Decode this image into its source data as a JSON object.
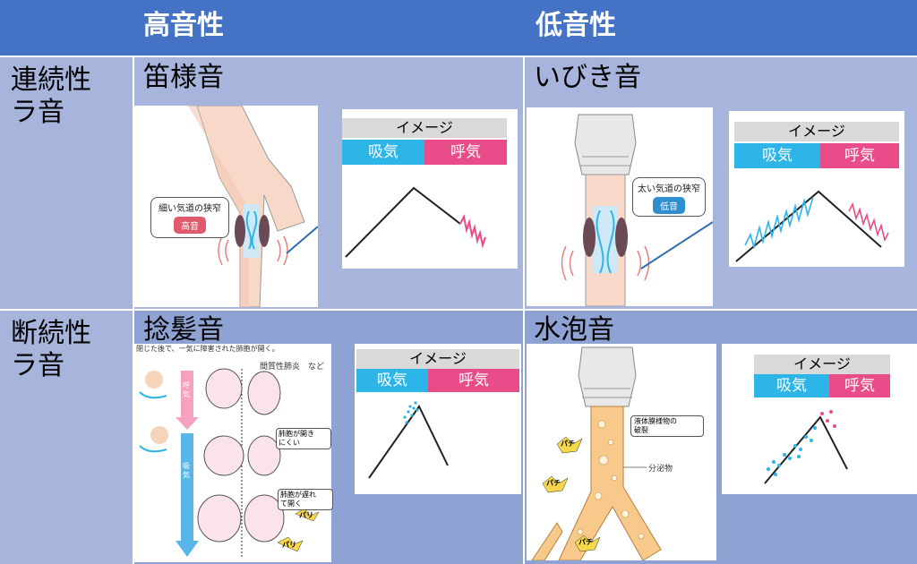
{
  "header": {
    "col1": "高音性",
    "col2": "低音性"
  },
  "rows": [
    {
      "label": "連続性\nラ音"
    },
    {
      "label": "断続性\nラ音"
    }
  ],
  "cells": {
    "wheeze": {
      "title": "笛様音",
      "callout": "細い気道の狭窄",
      "badge": "高音",
      "image_label": "イメージ",
      "inhale": "吸気",
      "exhale": "呼気"
    },
    "rhonchi": {
      "title": "いびき音",
      "callout": "太い気道の狭窄",
      "badge": "低音",
      "image_label": "イメージ",
      "inhale": "吸気",
      "exhale": "呼気"
    },
    "fine_crackle": {
      "title": "捻髪音",
      "top_text": "閉じた後で、一気に障害された肺胞が開く。",
      "disease": "間質性肺炎　など",
      "note1": "肺胞が開き\nにくい",
      "note2": "肺胞が遅れ\nて開く",
      "arrow1": "呼気",
      "arrow2": "吸気",
      "pop": "パリ",
      "image_label": "イメージ",
      "inhale": "吸気",
      "exhale": "呼気"
    },
    "coarse_crackle": {
      "title": "水泡音",
      "callout": "液体膜様物の\n破裂",
      "secretion": "分泌物",
      "pop": "パチ",
      "image_label": "イメージ",
      "inhale": "吸気",
      "exhale": "呼気"
    }
  },
  "colors": {
    "header": "#4472c4",
    "inhale": "#2eb5e8",
    "exhale": "#e84d8a",
    "badge": "#e05a6b",
    "badge_low": "#2f8fce"
  }
}
